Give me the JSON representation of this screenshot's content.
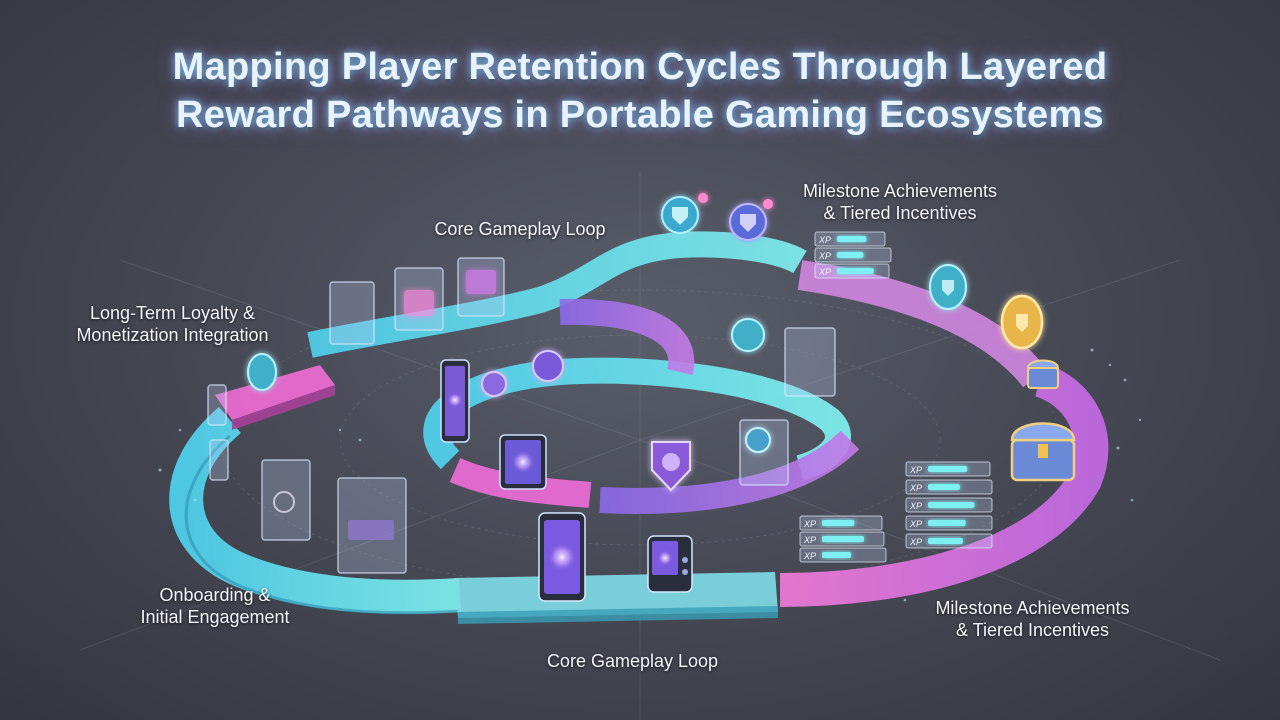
{
  "title": {
    "line1": "Mapping Player Retention Cycles Through Layered",
    "line2": "Reward Pathways in Portable Gaming Ecosystems"
  },
  "labels": {
    "core_top": "Core Gameplay Loop",
    "milestone_top": "Milestone Achievements\n& Tiered Incentives",
    "loyalty": "Long-Term Loyalty &\nMonetization Integration",
    "onboarding": "Onboarding &\nInitial Engagement",
    "core_bottom": "Core Gameplay Loop",
    "milestone_bottom": "Milestone Achievements\n& Tiered Incentives"
  },
  "xp_badge": "XP",
  "colors": {
    "cyan": "#62e6ee",
    "pink": "#e56ad8",
    "purple": "#a06ae8",
    "gold": "#f0c050"
  }
}
